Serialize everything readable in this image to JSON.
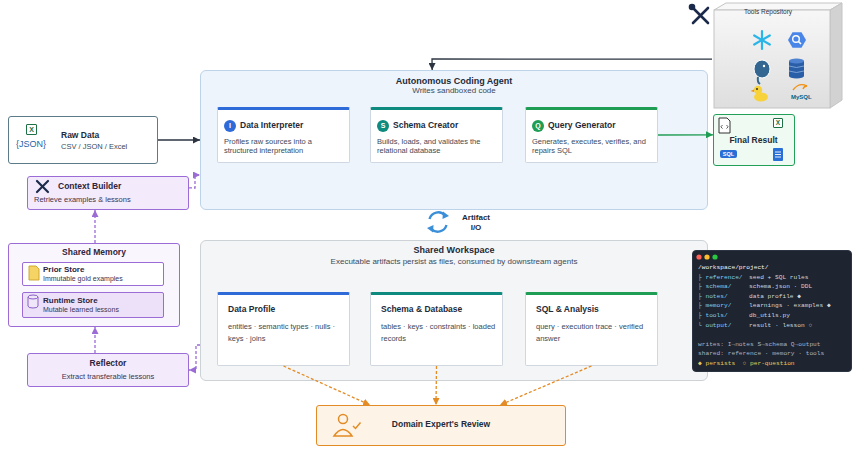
{
  "diagram": {
    "nodes": [
      {
        "text": [
          "Autonomous Coding Agent",
          "Writes sandboxed code"
        ]
      },
      {
        "text": [
          "I",
          "Data Interpreter",
          "Profiles raw sources into a structured interpretation"
        ],
        "in": 0
      },
      {
        "text": [
          "S",
          "Schema Creator",
          "Builds, loads, and validates the relational database"
        ],
        "in": 0
      },
      {
        "text": [
          "Q",
          "Query Generator",
          "Generates, executes, verifies, and repairs SQL"
        ],
        "in": 0
      },
      {
        "text": [
          "X",
          "{JSON}",
          "Raw Data",
          "CSV / JSON / Excel"
        ]
      },
      {
        "text": [
          "Tools Repository",
          "MySQL"
        ]
      },
      {
        "text": [
          "X",
          "Final Result",
          "SQL"
        ]
      },
      {
        "text": [
          "Context Builder",
          "Retrieve examples & lessons"
        ]
      },
      {
        "text": [
          "Shared Memory"
        ]
      },
      {
        "text": [
          "Prior Store",
          "Immutable gold examples"
        ],
        "in": 8
      },
      {
        "text": [
          "Runtime Store",
          "Mutable learned lessons"
        ],
        "in": 8
      },
      {
        "text": [
          "Reflector",
          "Extract transferable lessons"
        ]
      },
      {
        "text": [
          "Shared Workspace",
          "Executable artifacts persist as files, consumed by downstream agents"
        ]
      },
      {
        "text": [
          "Data Profile",
          "entities · semantic types · nulls · keys · joins"
        ],
        "in": 12
      },
      {
        "text": [
          "Schema & Database",
          "tables · keys · constraints · loaded records"
        ],
        "in": 12
      },
      {
        "text": [
          "SQL & Analysis",
          "query · execution trace · verified answer"
        ],
        "in": 12
      },
      {
        "text": [
          "Domain Expert's Review"
        ]
      },
      {
        "text": [
          "/workspace/project/",
          "├ reference/",
          "seed + SQL rules",
          "├ schema/",
          "schema.json · DDL",
          "├ notes/",
          "data profile ◆",
          "├ memory/",
          "learnings · examples ◆",
          "├ tools/",
          "db_utils.py",
          "└ output/",
          "result · lesson ○",
          "writes: I→notes S→schema Q→output",
          "shared: reference · memory · tools",
          "◆ persists  ○ per-question"
        ]
      }
    ],
    "edges": [
      {
        "from": 4,
        "to": 0,
        "arrow": "to"
      },
      {
        "from": 5,
        "to": 0,
        "arrow": "to"
      },
      {
        "from": 3,
        "to": 6,
        "arrow": "to"
      },
      {
        "from": 7,
        "to": 0,
        "arrow": "to"
      },
      {
        "from": 8,
        "to": 7,
        "arrow": "to"
      },
      {
        "from": 11,
        "to": 8,
        "arrow": "to"
      },
      {
        "from": 12,
        "to": 11,
        "arrow": "to"
      },
      {
        "from": 13,
        "to": 16,
        "arrow": "to"
      },
      {
        "from": 14,
        "to": 16,
        "arrow": "to"
      },
      {
        "from": 15,
        "to": 16,
        "arrow": "to"
      }
    ],
    "labels": [
      "Artifact I/O"
    ]
  }
}
